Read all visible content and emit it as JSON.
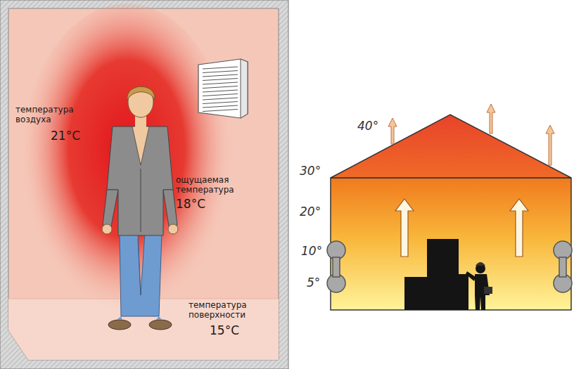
{
  "diagram": {
    "labels": [
      "температура воздуха",
      "21°C",
      "ощущаемая температура",
      "18°C",
      "температура поверхности",
      "15°C",
      "40°",
      "30°",
      "20°",
      "10°",
      "5°"
    ]
  }
}
